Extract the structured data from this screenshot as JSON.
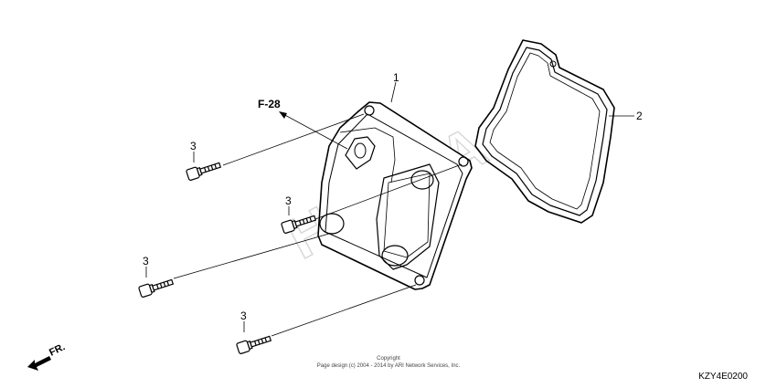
{
  "diagram": {
    "ref_label": "F-28",
    "part_numbers": [
      "1",
      "2",
      "3",
      "3",
      "3",
      "3"
    ],
    "direction_label": "FR.",
    "watermark": "HONDA",
    "copyright_line1": "Copyright",
    "copyright_line2": "Page design (c) 2004 - 2014 by ARI Network Services, Inc.",
    "diagram_code": "KZY4E0200"
  }
}
